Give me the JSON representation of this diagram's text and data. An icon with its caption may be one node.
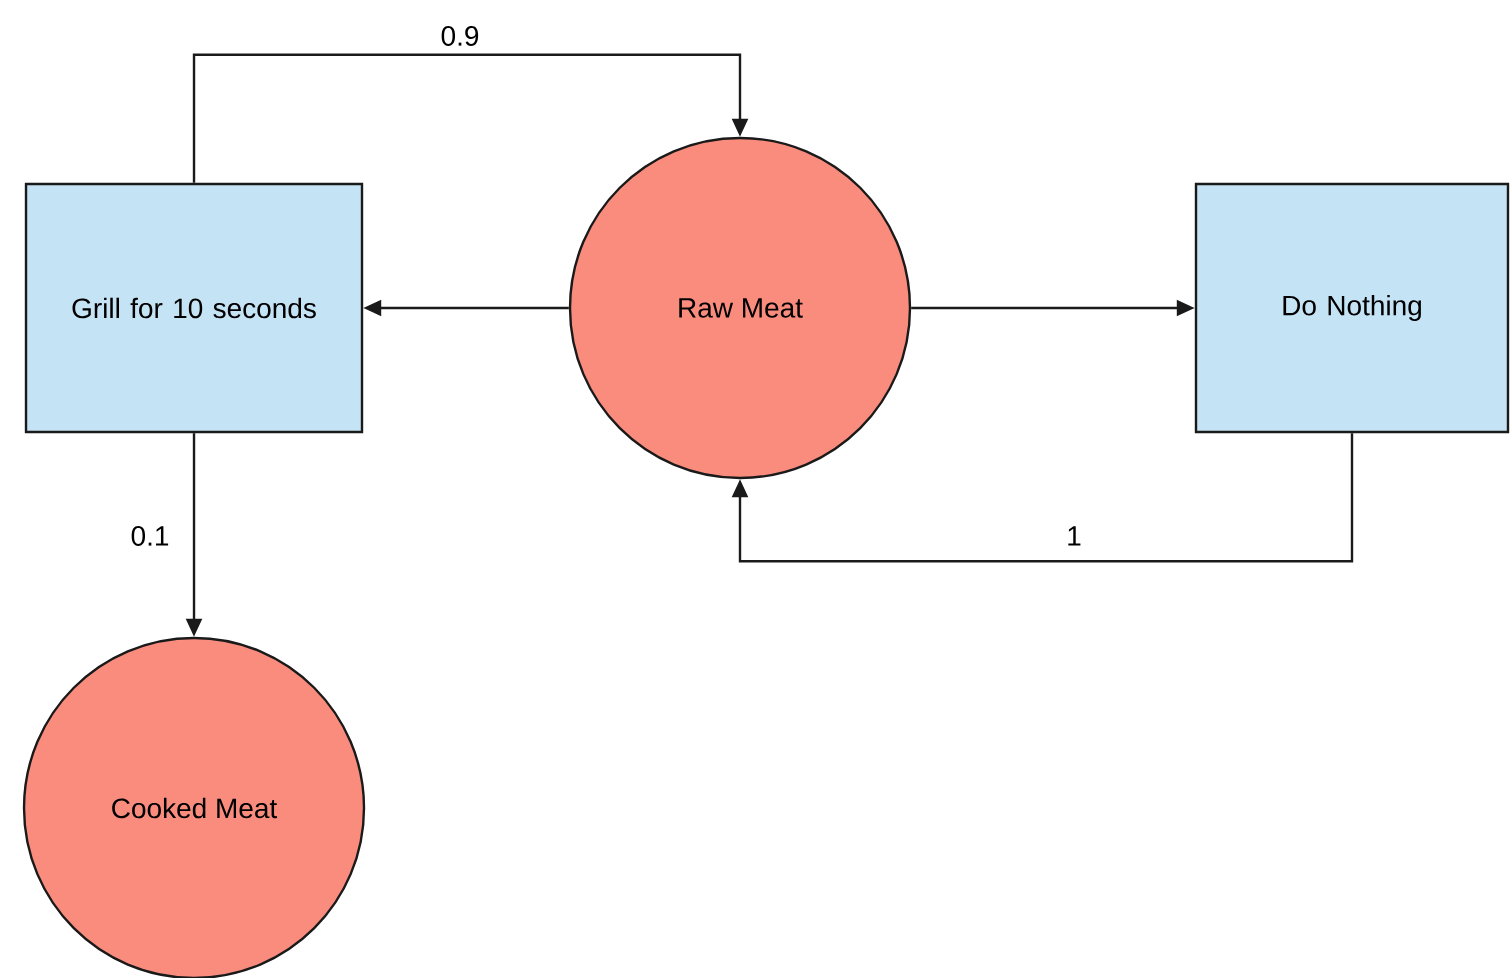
{
  "diagram": {
    "nodes": [
      {
        "text": [
          "Grill for 10 seconds"
        ]
      },
      {
        "text": [
          "Raw Meat"
        ]
      },
      {
        "text": [
          "Do Nothing"
        ]
      },
      {
        "text": [
          "Cooked Meat"
        ]
      }
    ],
    "edges": [
      {
        "from": 1,
        "to": 0,
        "arrow": "to"
      },
      {
        "from": 1,
        "to": 2,
        "arrow": "to"
      },
      {
        "from": 0,
        "to": 1,
        "arrow": "to",
        "label": "0.9"
      },
      {
        "from": 0,
        "to": 3,
        "arrow": "to",
        "label": "0.1"
      },
      {
        "from": 2,
        "to": 1,
        "arrow": "to",
        "label": "1"
      }
    ]
  }
}
